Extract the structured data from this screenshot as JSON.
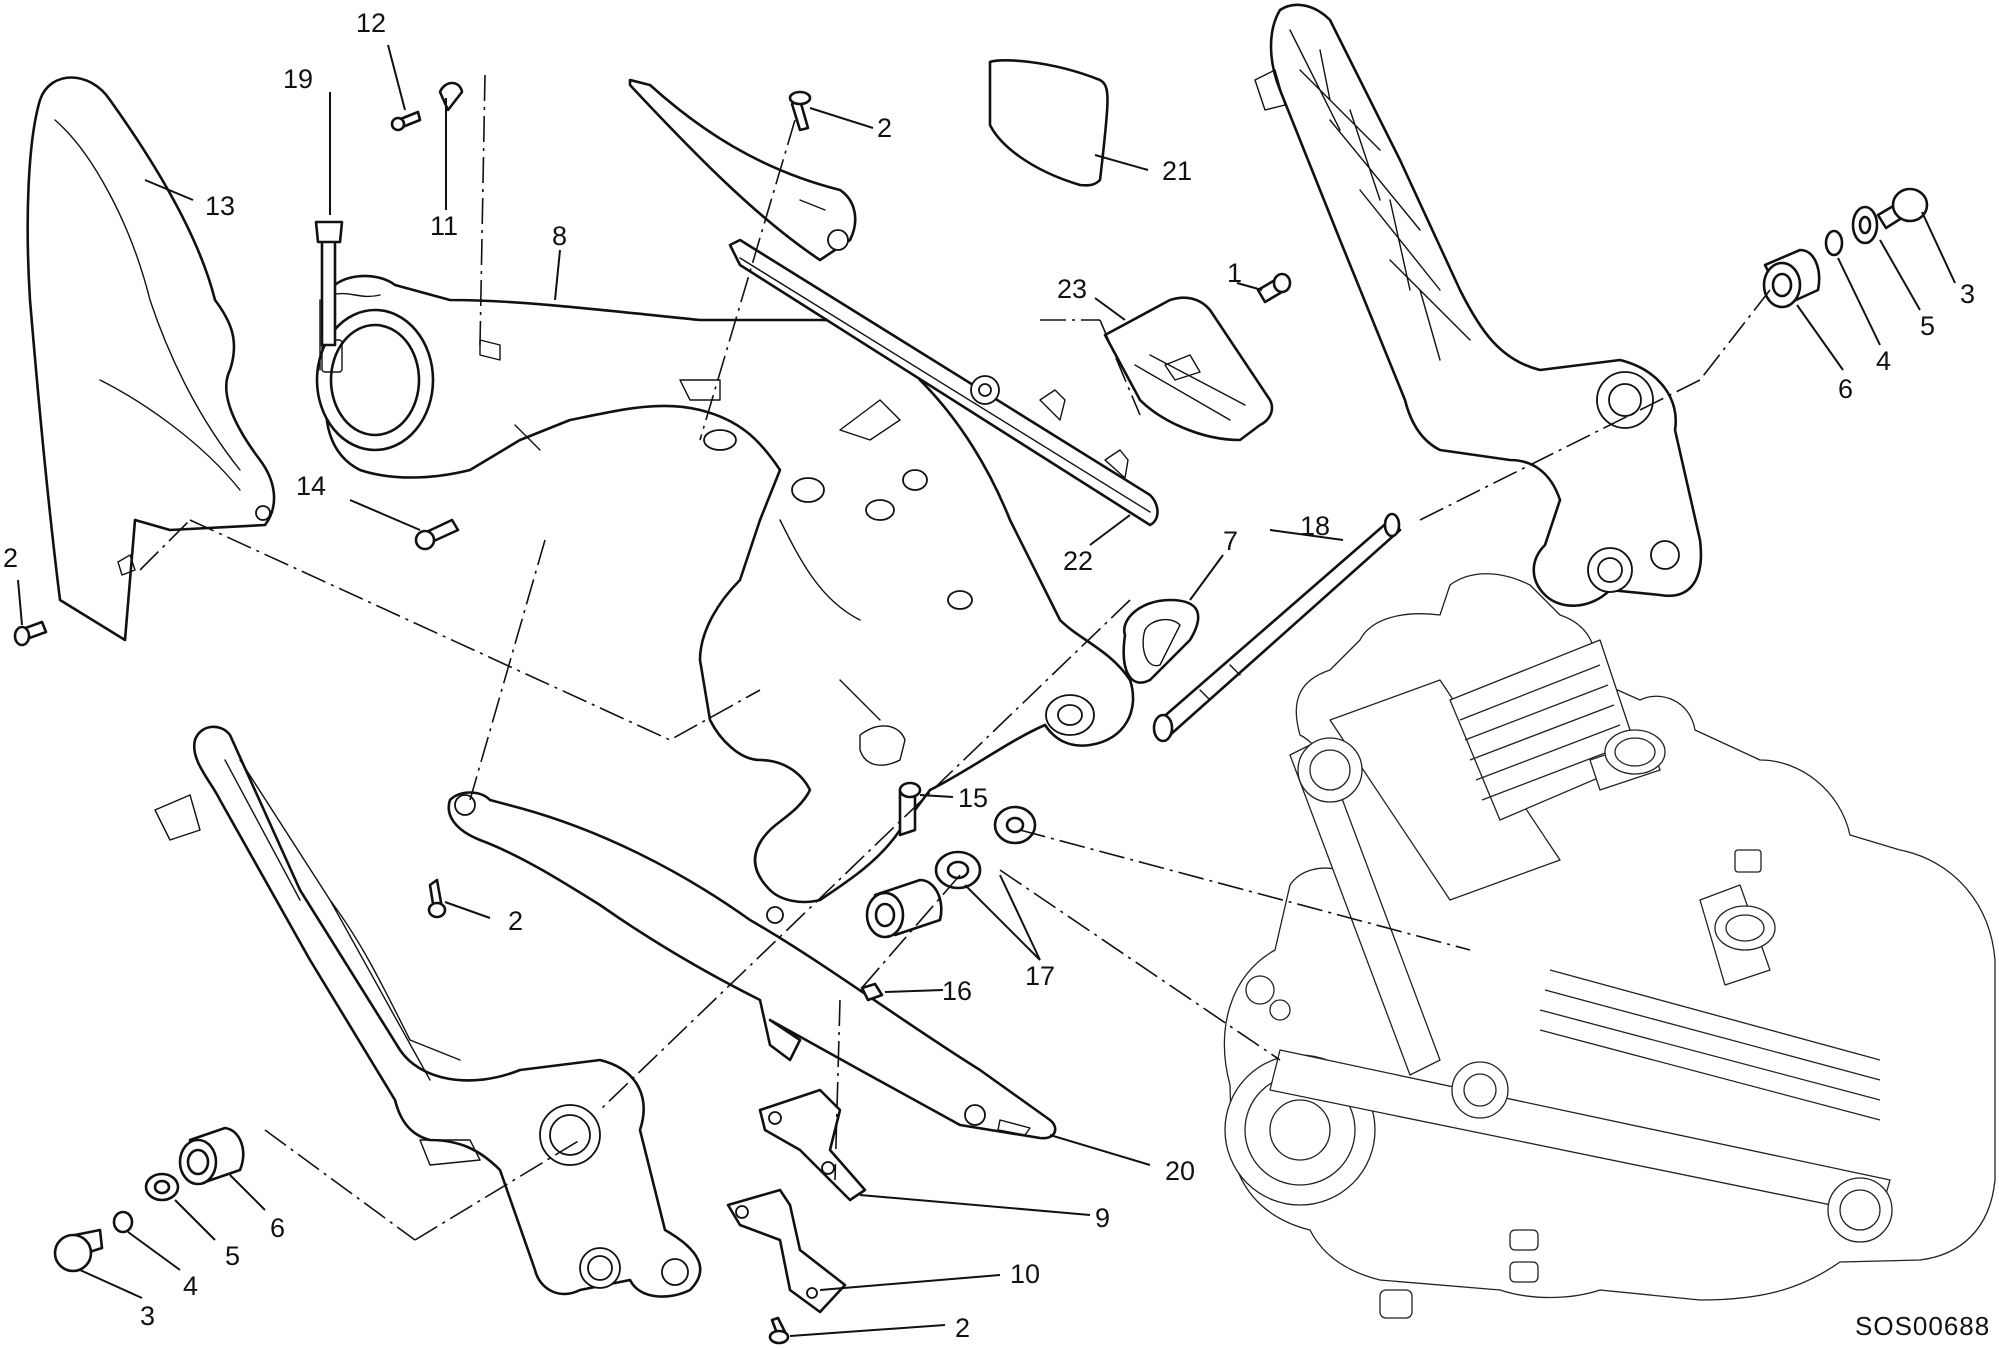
{
  "diagram_code": "SOS00688",
  "callouts": [
    {
      "key": "c12",
      "label": "12"
    },
    {
      "key": "c19",
      "label": "19"
    },
    {
      "key": "c13",
      "label": "13"
    },
    {
      "key": "c11",
      "label": "11"
    },
    {
      "key": "c8",
      "label": "8"
    },
    {
      "key": "c2_top",
      "label": "2"
    },
    {
      "key": "c21",
      "label": "21"
    },
    {
      "key": "c1",
      "label": "1"
    },
    {
      "key": "c23",
      "label": "23"
    },
    {
      "key": "c3_right",
      "label": "3"
    },
    {
      "key": "c5_right",
      "label": "5"
    },
    {
      "key": "c4_right",
      "label": "4"
    },
    {
      "key": "c6_right",
      "label": "6"
    },
    {
      "key": "c14",
      "label": "14"
    },
    {
      "key": "c2_left",
      "label": "2"
    },
    {
      "key": "c22",
      "label": "22"
    },
    {
      "key": "c7",
      "label": "7"
    },
    {
      "key": "c18",
      "label": "18"
    },
    {
      "key": "c15",
      "label": "15"
    },
    {
      "key": "c2_mid",
      "label": "2"
    },
    {
      "key": "c16",
      "label": "16"
    },
    {
      "key": "c17",
      "label": "17"
    },
    {
      "key": "c20",
      "label": "20"
    },
    {
      "key": "c6_left",
      "label": "6"
    },
    {
      "key": "c5_left",
      "label": "5"
    },
    {
      "key": "c4_left",
      "label": "4"
    },
    {
      "key": "c3_left",
      "label": "3"
    },
    {
      "key": "c9",
      "label": "9"
    },
    {
      "key": "c10",
      "label": "10"
    },
    {
      "key": "c2_bottom",
      "label": "2"
    }
  ]
}
